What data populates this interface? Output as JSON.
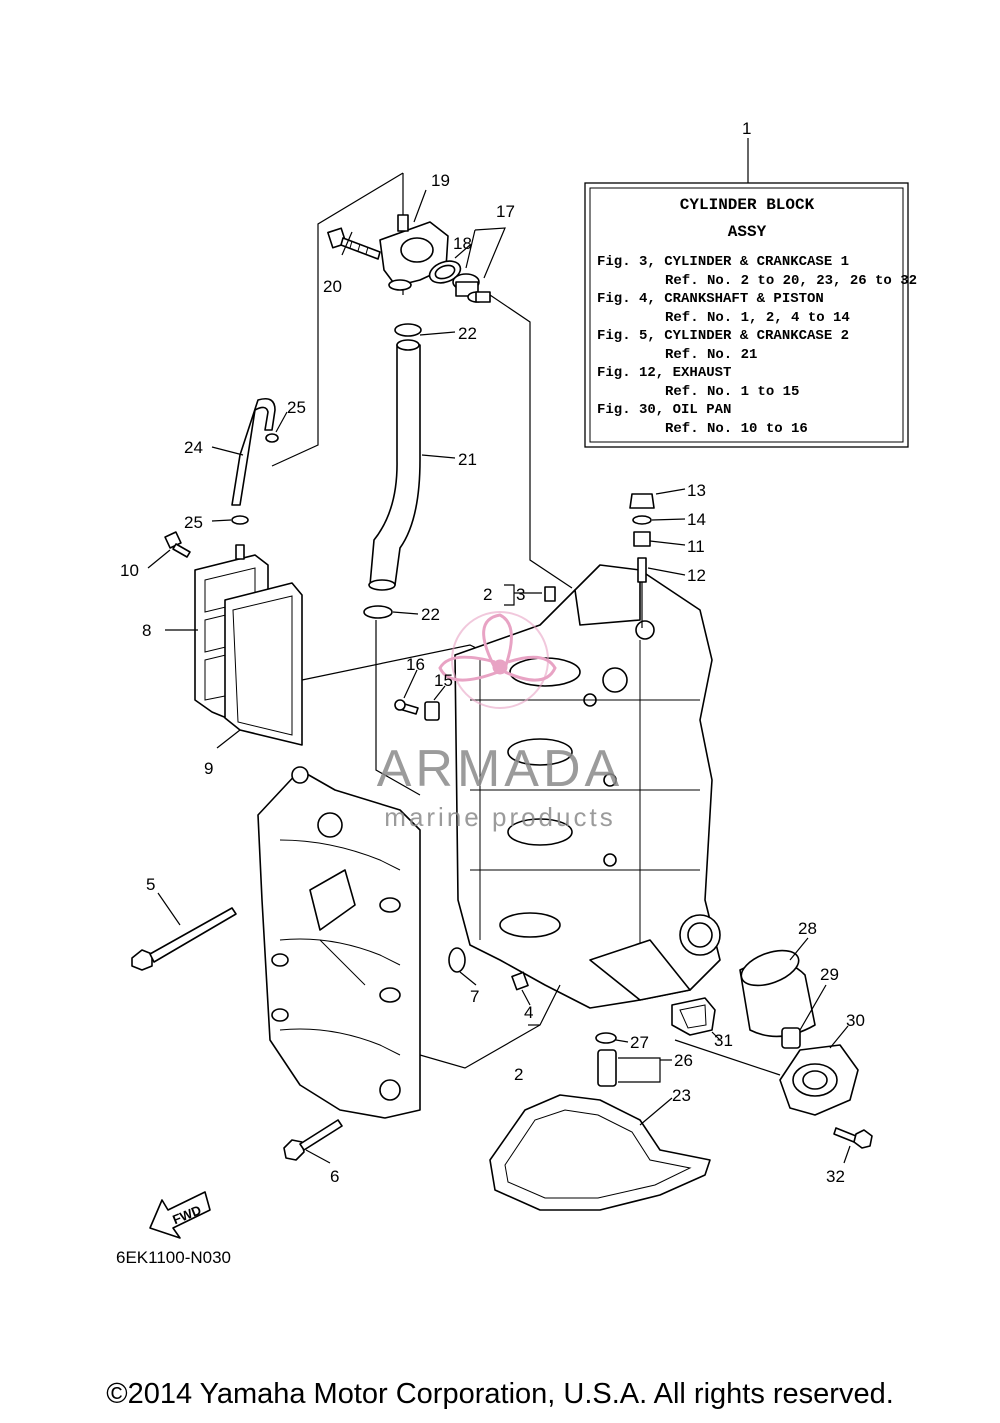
{
  "legend_box": {
    "ref_number": "1",
    "title_line1": "CYLINDER BLOCK",
    "title_line2": "ASSY",
    "lines": [
      "Fig. 3, CYLINDER & CRANKCASE 1",
      "Ref. No. 2 to 20, 23, 26 to 32",
      "Fig. 4, CRANKSHAFT & PISTON",
      "Ref. No. 1, 2, 4 to 14",
      "Fig. 5, CYLINDER & CRANKCASE 2",
      "Ref. No. 21",
      "Fig. 12, EXHAUST",
      "Ref. No. 1 to 15",
      "Fig. 30, OIL PAN",
      "Ref. No. 10 to 16"
    ]
  },
  "callouts": {
    "c2a": "2",
    "c2b": "2",
    "c3": "3",
    "c4": "4",
    "c5": "5",
    "c6": "6",
    "c7": "7",
    "c8": "8",
    "c9": "9",
    "c10": "10",
    "c11": "11",
    "c12": "12",
    "c13": "13",
    "c14": "14",
    "c15": "15",
    "c16": "16",
    "c17": "17",
    "c18": "18",
    "c19": "19",
    "c20": "20",
    "c21": "21",
    "c22a": "22",
    "c22b": "22",
    "c23": "23",
    "c24": "24",
    "c25a": "25",
    "c25b": "25",
    "c26": "26",
    "c27": "27",
    "c28": "28",
    "c29": "29",
    "c30": "30",
    "c31": "31",
    "c32": "32"
  },
  "watermark": {
    "brand": "ARMADA",
    "tagline": "marine products"
  },
  "fwd_label": "FWD",
  "diagram_code": "6EK1100-N030",
  "copyright": "©2014 Yamaha Motor Corporation, U.S.A. All rights reserved.",
  "colors": {
    "watermark_logo": "#e8a3c4",
    "watermark_text": "#8a8a8a"
  }
}
